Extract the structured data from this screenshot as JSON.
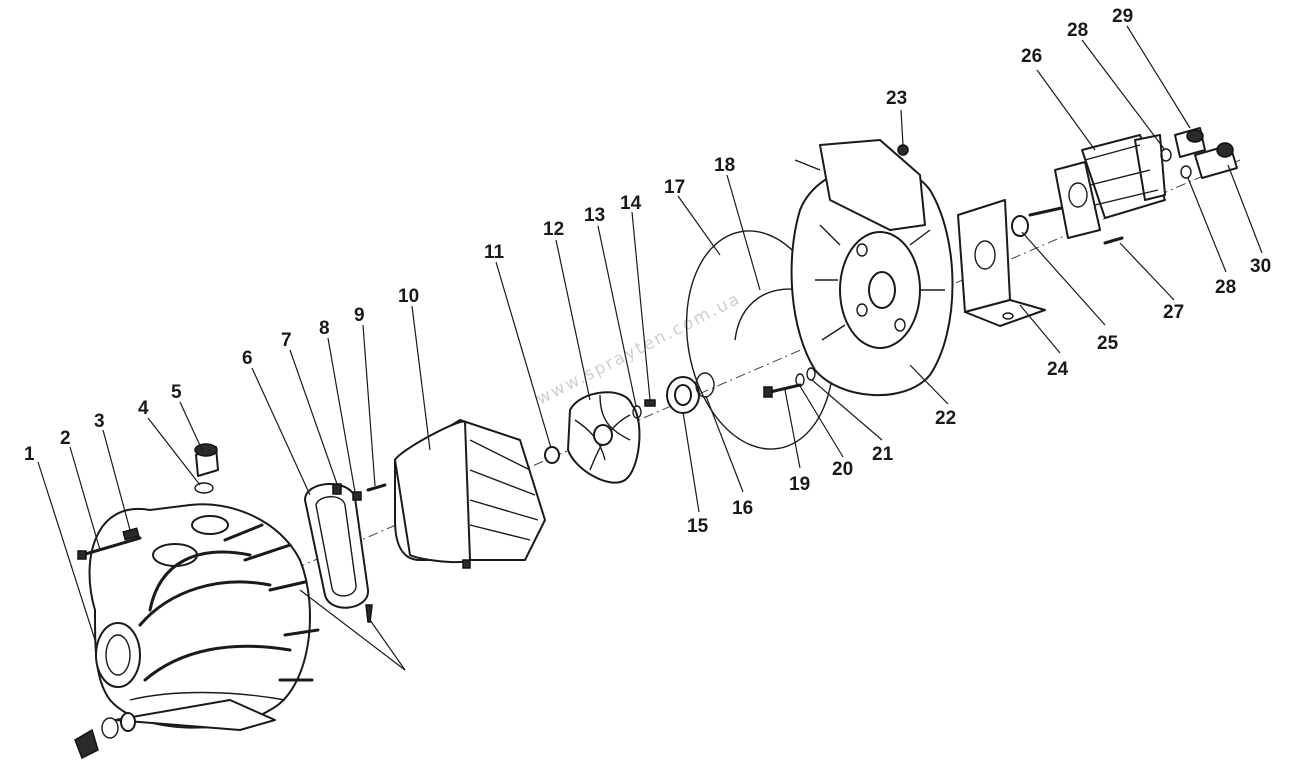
{
  "watermark": "www.sprayten.com.ua",
  "callouts": [
    {
      "num": "1"
    },
    {
      "num": "2"
    },
    {
      "num": "3"
    },
    {
      "num": "4"
    },
    {
      "num": "5"
    },
    {
      "num": "6"
    },
    {
      "num": "7"
    },
    {
      "num": "8"
    },
    {
      "num": "9"
    },
    {
      "num": "10"
    },
    {
      "num": "11"
    },
    {
      "num": "12"
    },
    {
      "num": "13"
    },
    {
      "num": "14"
    },
    {
      "num": "15"
    },
    {
      "num": "16"
    },
    {
      "num": "17"
    },
    {
      "num": "18"
    },
    {
      "num": "19"
    },
    {
      "num": "20"
    },
    {
      "num": "21"
    },
    {
      "num": "22"
    },
    {
      "num": "23"
    },
    {
      "num": "24"
    },
    {
      "num": "25"
    },
    {
      "num": "26"
    },
    {
      "num": "27"
    },
    {
      "num": "28"
    },
    {
      "num": "28"
    },
    {
      "num": "29"
    },
    {
      "num": "30"
    }
  ]
}
